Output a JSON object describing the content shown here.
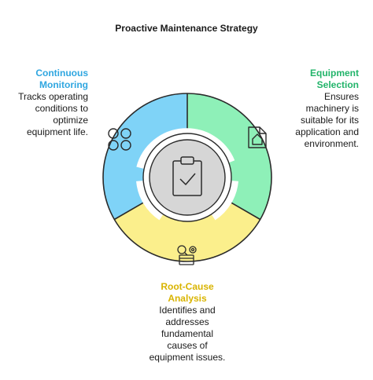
{
  "title": "Proactive Maintenance Strategy",
  "segments": {
    "continuous_monitoring": {
      "heading_line1": "Continuous",
      "heading_line2": "Monitoring",
      "desc_line1": "Tracks operating",
      "desc_line2": "conditions to",
      "desc_line3": "optimize",
      "desc_line4": "equipment life.",
      "color": "#7fd3f7",
      "icon": "four-circles-icon"
    },
    "equipment_selection": {
      "heading_line1": "Equipment",
      "heading_line2": "Selection",
      "desc_line1": "Ensures",
      "desc_line2": "machinery is",
      "desc_line3": "suitable for its",
      "desc_line4": "application and",
      "desc_line5": "environment.",
      "color": "#8ef0b8",
      "icon": "document-home-icon"
    },
    "root_cause_analysis": {
      "heading_line1": "Root-Cause",
      "heading_line2": "Analysis",
      "desc_line1": "Identifies and",
      "desc_line2": "addresses",
      "desc_line3": "fundamental",
      "desc_line4": "causes of",
      "desc_line5": "equipment issues.",
      "color": "#fbef8c",
      "icon": "search-gear-icon"
    }
  },
  "center": {
    "icon": "clipboard-check-icon",
    "color": "#d6d6d6"
  }
}
